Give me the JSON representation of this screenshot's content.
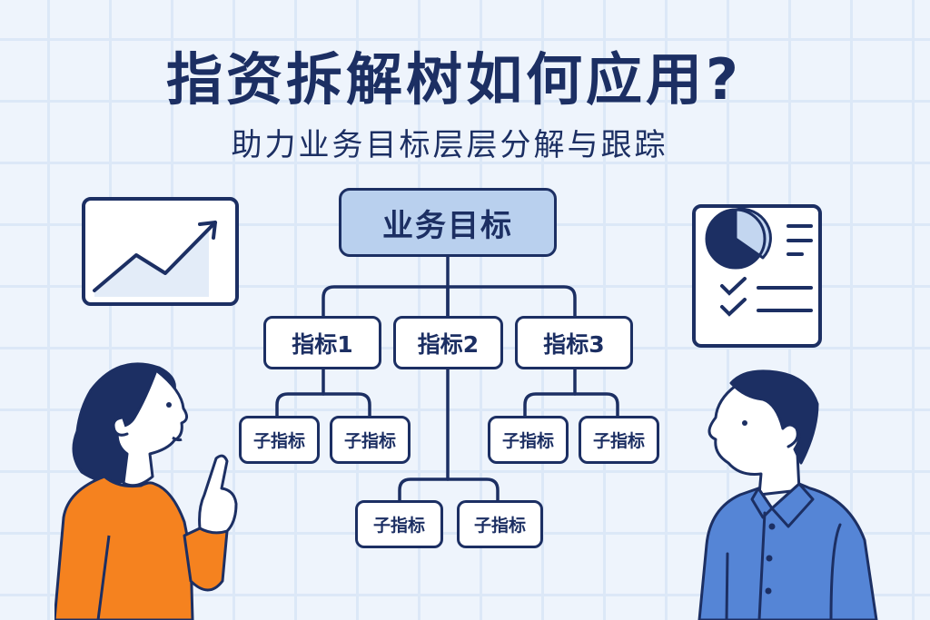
{
  "header": {
    "title": "指资拆解树如何应用?",
    "subtitle": "助力业务目标层层分解与跟踪"
  },
  "tree": {
    "root": {
      "label": "业务目标"
    },
    "metrics": [
      {
        "label": "指标1",
        "children": [
          "子指标",
          "子指标"
        ]
      },
      {
        "label": "指标2",
        "children": [
          "子指标",
          "子指标"
        ]
      },
      {
        "label": "指标3",
        "children": [
          "子指标",
          "子指标"
        ]
      }
    ]
  },
  "icons": {
    "left_card": "trend-chart-icon",
    "right_card": "report-pie-checklist-icon"
  },
  "figures": {
    "left": {
      "description": "woman pointing up",
      "shirt_color": "#f5821f"
    },
    "right": {
      "description": "man in blue shirt",
      "shirt_color": "#5585d6"
    }
  },
  "colors": {
    "navy": "#1c2f63",
    "background": "#eef4fc",
    "grid": "#dce8f7",
    "root_fill": "#b9d0ee",
    "node_fill": "#ffffff"
  }
}
